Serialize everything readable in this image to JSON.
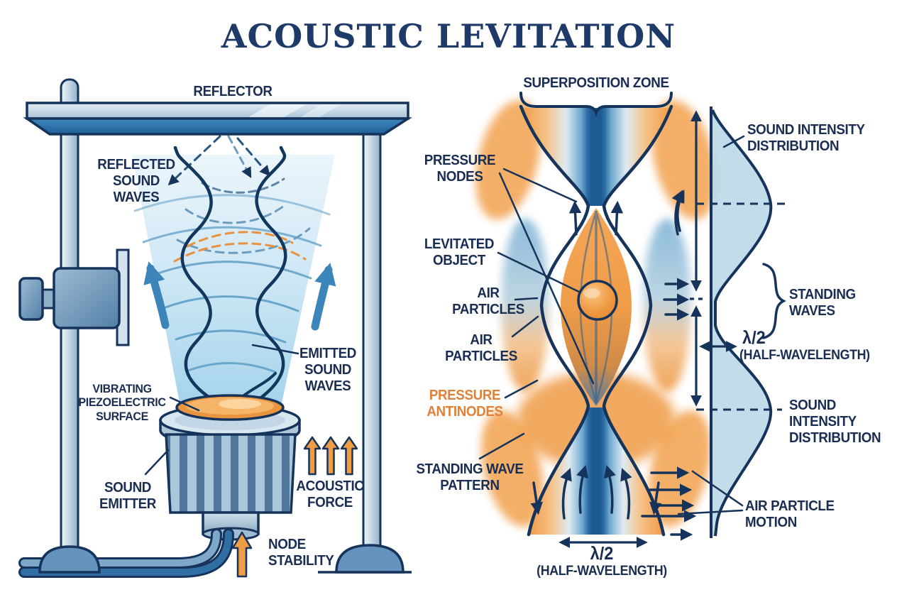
{
  "title": "ACOUSTIC LEVITATION",
  "colors": {
    "navy": "#16335b",
    "text_navy": "#1a2d52",
    "orange": "#ef9b43",
    "orange_text": "#e0813a",
    "steel_blue": "#5b92bd",
    "deep_blue": "#1d5a91",
    "light_blue": "#bdd8e8"
  },
  "apparatus": {
    "reflector": "REFLECTOR",
    "reflected_sound_waves": "REFLECTED\nSOUND\nWAVES",
    "emitted_sound_waves": "EMITTED\nSOUND\nWAVES",
    "vibrating_piezoelectric_surface": "VIBRATING\nPIEZOELECTRIC\nSURFACE",
    "sound_emitter": "SOUND\nEMITTER",
    "acoustic_force": "ACOUSTIC\nFORCE",
    "node_stability": "NODE\nSTABILITY"
  },
  "standing_wave": {
    "superposition_zone": "SUPERPOSITION ZONE",
    "pressure_nodes": "PRESSURE\nNODES",
    "levitated_object": "LEVITATED\nOBJECT",
    "air_particles_upper": "AIR\nPARTICLES",
    "air_particles_lower": "AIR\nPARTICLES",
    "pressure_antinodes": "PRESSURE\nANTINODES",
    "standing_wave_pattern": "STANDING WAVE\nPATTERN",
    "half_wavelength": {
      "symbol": "λ/2",
      "caption": "(HALF-WAVELENGTH)"
    }
  },
  "intensity_panel": {
    "sound_intensity_distribution_top": "SOUND INTENSITY\nDISTRIBUTION",
    "standing_waves": "STANDING\nWAVES",
    "half_wavelength": {
      "symbol": "λ/2",
      "caption": "(HALF-WAVELENGTH)"
    },
    "sound_intensity_distribution_bottom": "SOUND\nINTENSITY\nDISTRIBUTION",
    "air_particle_motion": "AIR PARTICLE\nMOTION"
  }
}
